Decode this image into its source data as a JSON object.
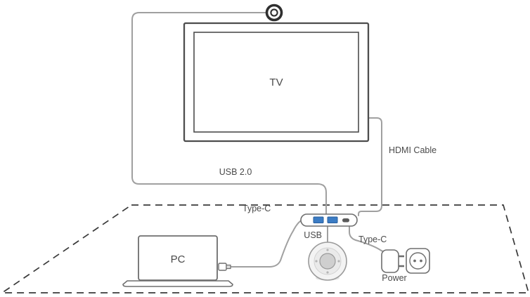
{
  "diagram": {
    "labels": {
      "tv": "TV",
      "pc": "PC",
      "usb_2_0": "USB 2.0",
      "hdmi_cable": "HDMI Cable",
      "type_c_left": "Type-C",
      "type_c_right": "Type-C",
      "usb": "USB",
      "power": "Power"
    },
    "colors": {
      "cable": "#a0a0a0",
      "device_stroke": "#6e6e6e",
      "tv_stroke": "#4d4d4d",
      "camera_stroke": "#2f2f2f",
      "table_dash": "#3a3a3a",
      "usb_port_fill": "#3b7cc4",
      "usb_port_stroke": "#2a5f9e",
      "small_port_fill": "#5a5a5a",
      "text": "#4a4a4a",
      "speaker_body": "#f3f3f3",
      "speaker_center": "#cfcfcf"
    }
  }
}
